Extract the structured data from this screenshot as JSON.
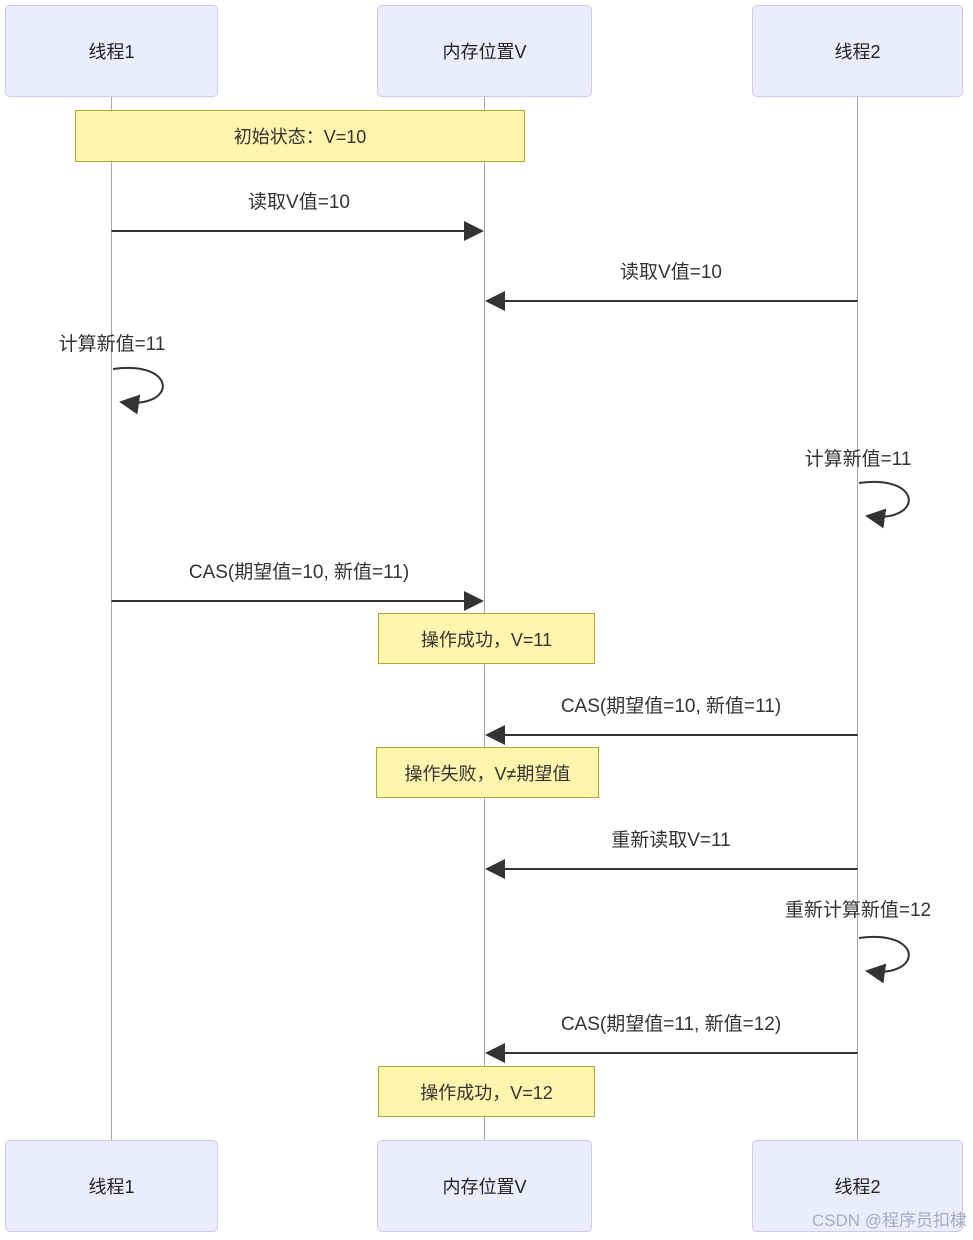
{
  "diagram": {
    "type": "sequence-diagram",
    "actors": [
      {
        "id": "thread1",
        "label": "线程1"
      },
      {
        "id": "memory",
        "label": "内存位置V"
      },
      {
        "id": "thread2",
        "label": "线程2"
      }
    ],
    "notes": [
      {
        "text": "初始状态：V=10",
        "over": "线程1,内存位置V"
      },
      {
        "text": "操作成功，V=11",
        "over": "内存位置V"
      },
      {
        "text": "操作失败，V≠期望值",
        "over": "内存位置V"
      },
      {
        "text": "操作成功，V=12",
        "over": "内存位置V"
      }
    ],
    "messages": [
      {
        "from": "线程1",
        "to": "内存位置V",
        "text": "读取V值=10"
      },
      {
        "from": "线程2",
        "to": "内存位置V",
        "text": "读取V值=10"
      },
      {
        "from": "线程1",
        "to": "线程1",
        "text": "计算新值=11",
        "self": true
      },
      {
        "from": "线程2",
        "to": "线程2",
        "text": "计算新值=11",
        "self": true
      },
      {
        "from": "线程1",
        "to": "内存位置V",
        "text": "CAS(期望值=10, 新值=11)"
      },
      {
        "from": "线程2",
        "to": "内存位置V",
        "text": "CAS(期望值=10, 新值=11)"
      },
      {
        "from": "线程2",
        "to": "内存位置V",
        "text": "重新读取V=11"
      },
      {
        "from": "线程2",
        "to": "线程2",
        "text": "重新计算新值=12",
        "self": true
      },
      {
        "from": "线程2",
        "to": "内存位置V",
        "text": "CAS(期望值=11, 新值=12)"
      }
    ],
    "watermark": "CSDN @程序员扣棣"
  },
  "colors": {
    "actor-fill": "#ECECFF",
    "actor-border": "#D3C6F0",
    "note-fill": "#FFF5AD",
    "note-border": "#AAAA33",
    "line-color": "#333333",
    "lifeline-color": "#A6A6A6",
    "text-color": "#333333",
    "watermark-color": "#A8ADBE"
  }
}
